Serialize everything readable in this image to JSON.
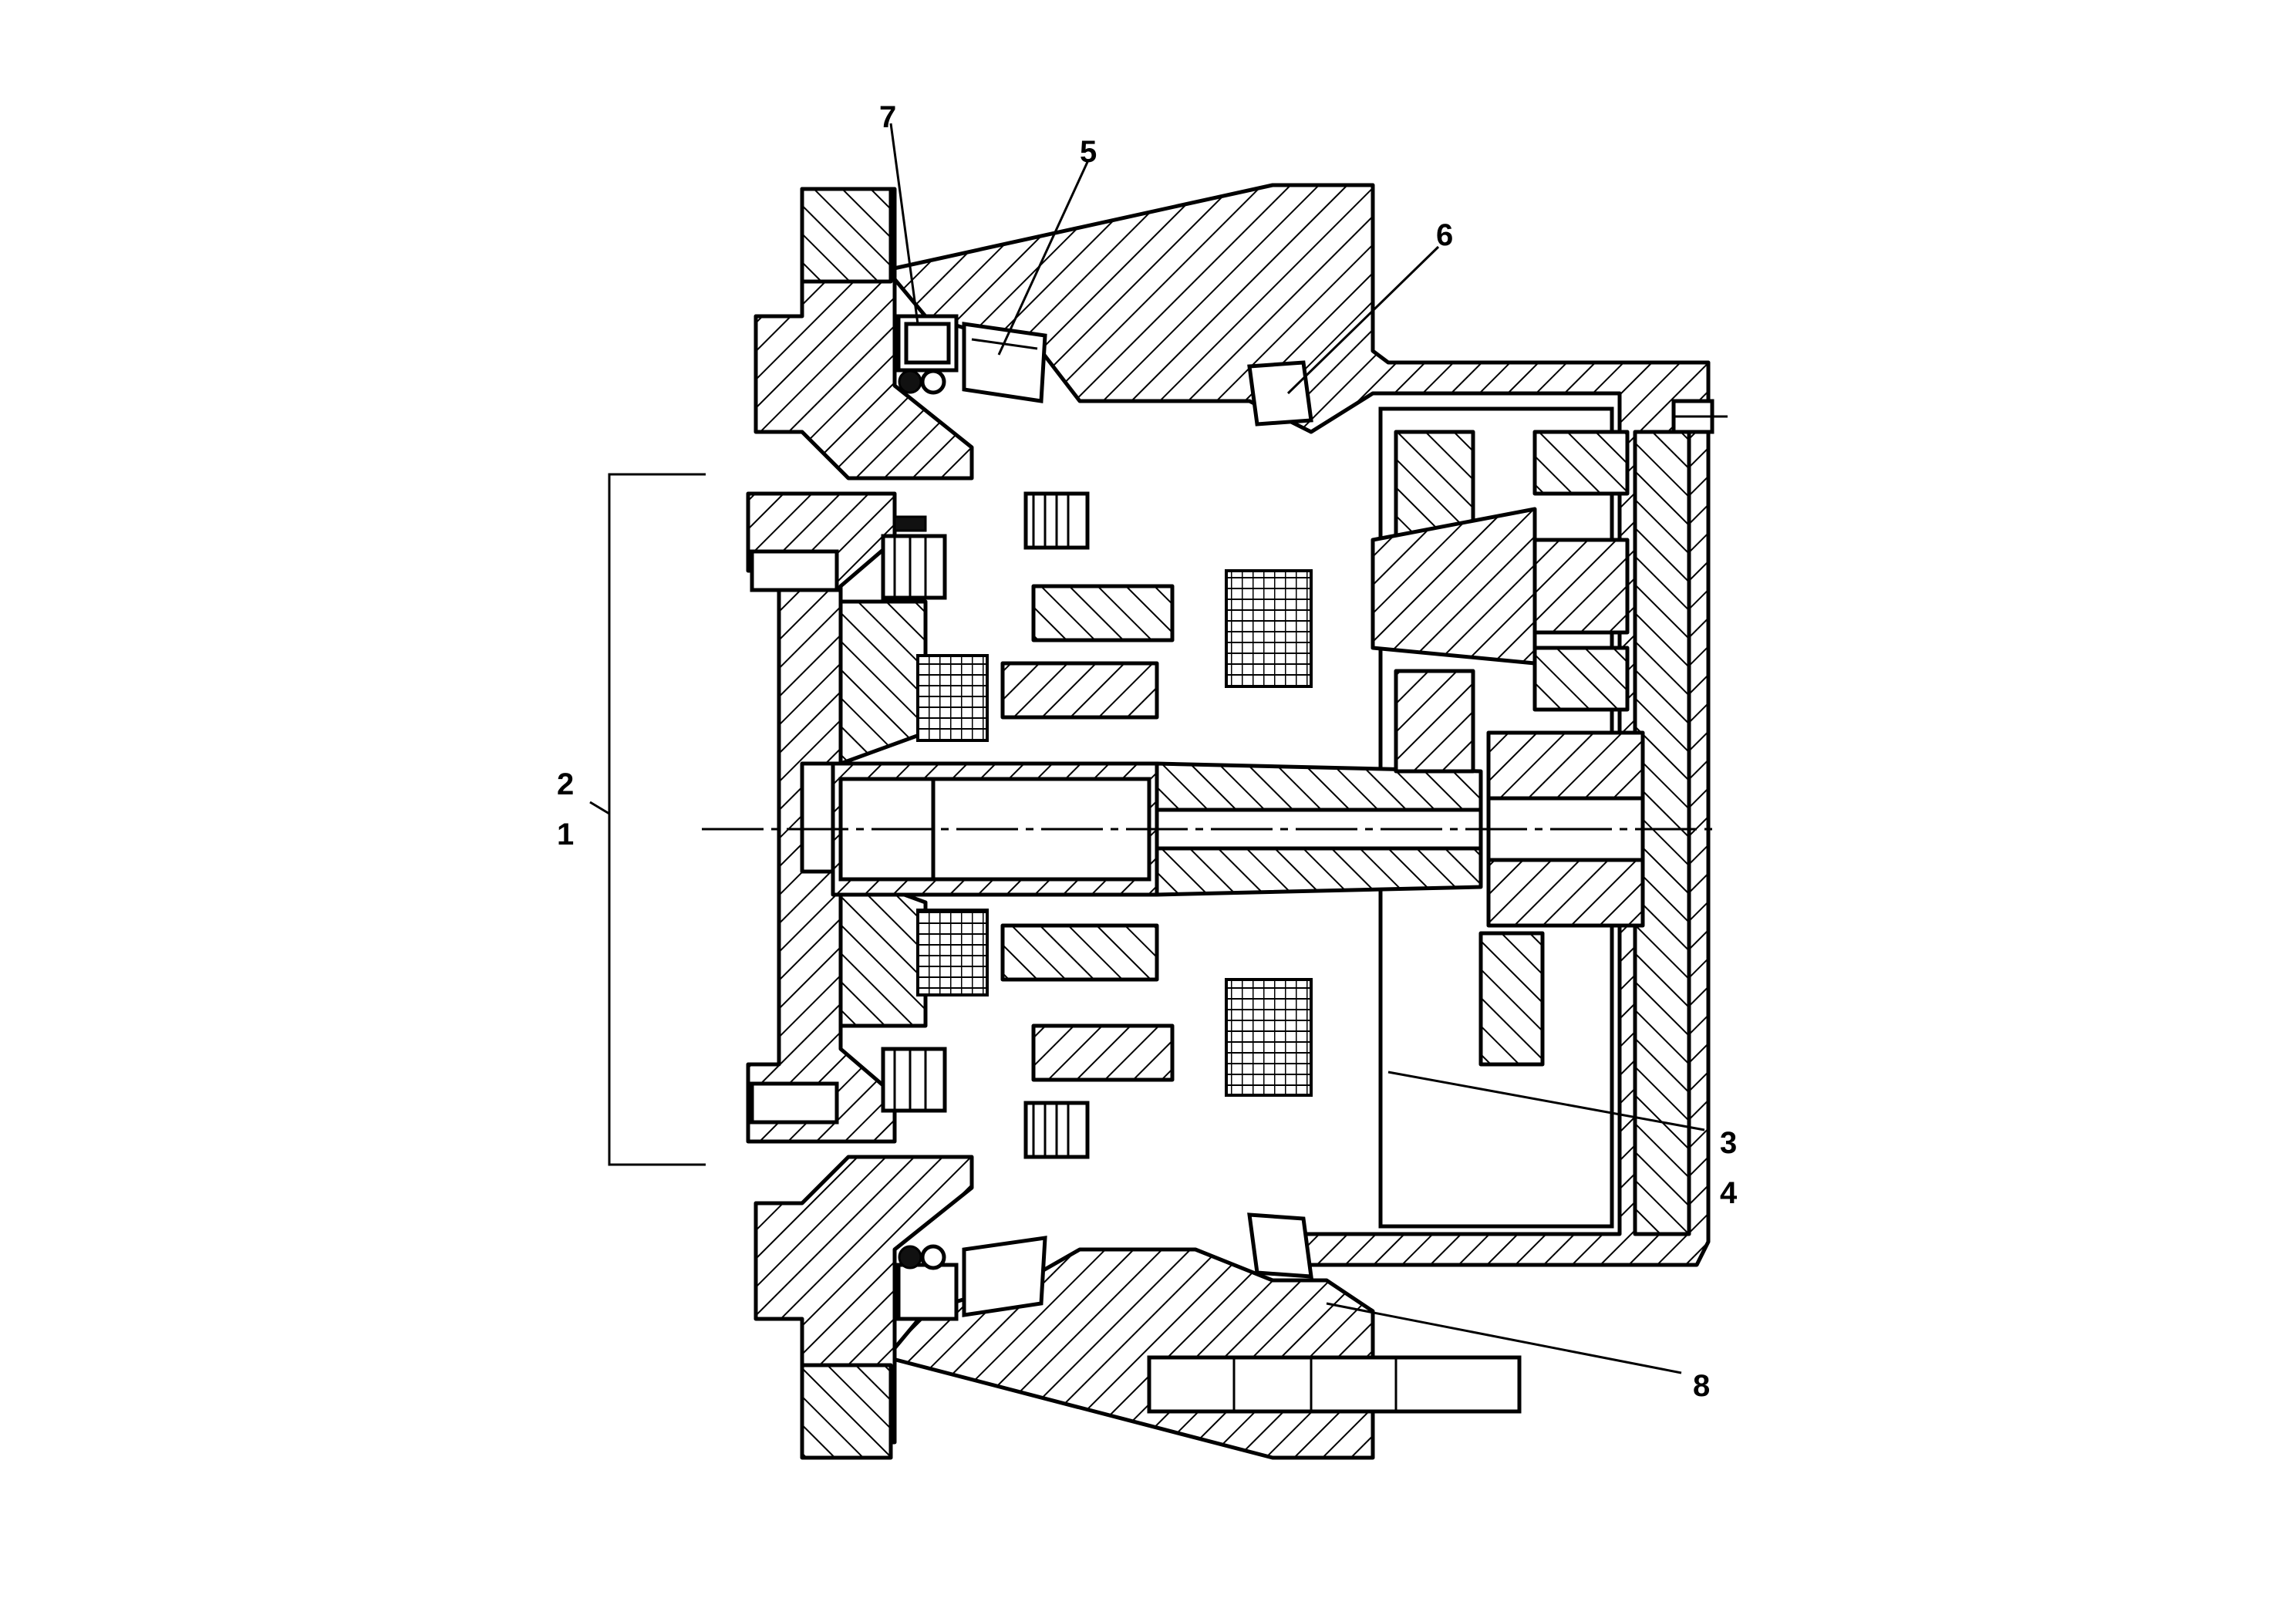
{
  "drawing": {
    "callouts": {
      "c7": "7",
      "c5": "5",
      "c6": "6",
      "c2": "2",
      "c1": "1",
      "c3": "3",
      "c4": "4",
      "c8": "8"
    }
  }
}
